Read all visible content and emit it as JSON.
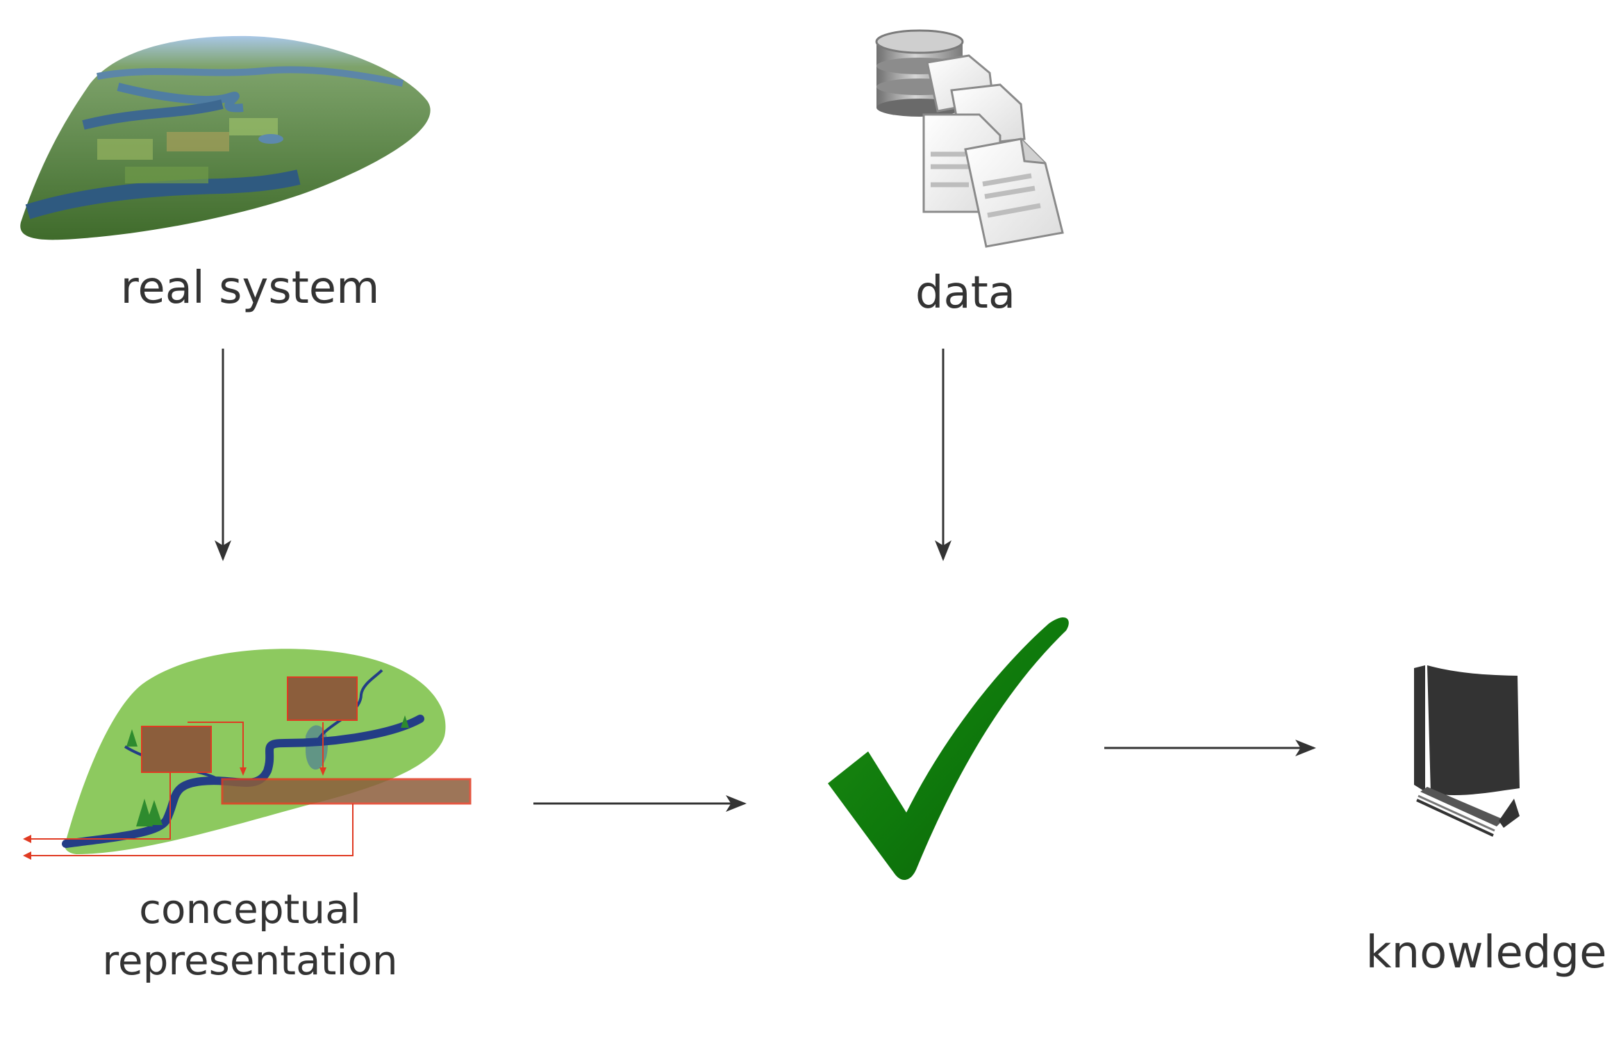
{
  "nodes": {
    "real_system": {
      "label": "real system"
    },
    "data": {
      "label": "data"
    },
    "conceptual": {
      "line1": "conceptual",
      "line2": "representation"
    },
    "knowledge": {
      "label": "knowledge"
    }
  },
  "edges": [
    {
      "from": "real_system",
      "to": "conceptual"
    },
    {
      "from": "data",
      "to": "validation"
    },
    {
      "from": "conceptual",
      "to": "validation"
    },
    {
      "from": "validation",
      "to": "knowledge"
    }
  ],
  "icons": [
    "landscape-photo-icon",
    "database-icon",
    "documents-icon",
    "conceptual-landscape-icon",
    "checkmark-icon",
    "book-icon"
  ],
  "colors": {
    "text": "#333333",
    "arrow": "#333333",
    "check": "#1e7d12",
    "concept_green": "#8dc95f",
    "river": "#233d86",
    "box": "#8c5e3c",
    "box_border": "#e03a22",
    "book": "#333333"
  }
}
